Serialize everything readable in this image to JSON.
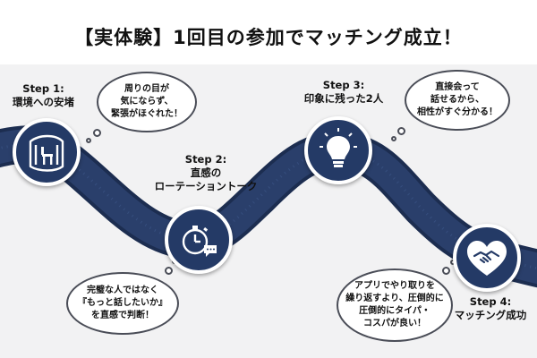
{
  "title": "【実体験】1回目の参加でマッチング成立！",
  "colors": {
    "road": "#2a3f6b",
    "road_edge": "#1c2d50",
    "node": "#243a66",
    "background": "#f2f2f3"
  },
  "steps": [
    {
      "step": "Step 1:",
      "name": "環境への安堵",
      "icon": "private-booth-icon",
      "bubble": "周りの目が\n気にならず、\n緊張がほぐれた！"
    },
    {
      "step": "Step 2:",
      "name": "直感の\nローテーショントーク",
      "icon": "stopwatch-chat-icon",
      "bubble": "完璧な人ではなく\n『もっと話したいか』\nを直感で判断！"
    },
    {
      "step": "Step 3:",
      "name": "印象に残った2人",
      "icon": "lightbulb-icon",
      "bubble": "直接会って\n話せるから、\n相性がすぐ分かる！"
    },
    {
      "step": "Step 4:",
      "name": "マッチング成功",
      "icon": "handshake-heart-icon",
      "bubble": "アプリでやり取りを\n繰り返すより、圧倒的に\n圧倒的にタイパ・\nコスパが良い！"
    }
  ]
}
